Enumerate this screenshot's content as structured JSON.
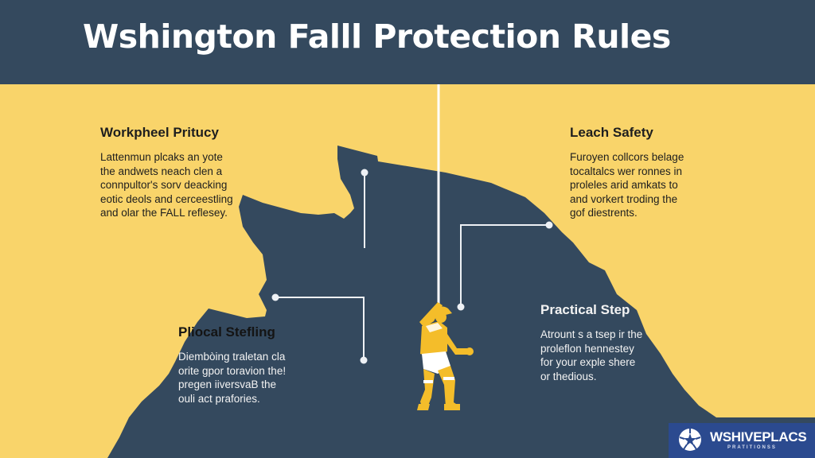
{
  "header": {
    "title": "Wshington Falll Protection Rules"
  },
  "colors": {
    "header_bg": "#34495e",
    "background": "#f9d46a",
    "mountain": "#34495e",
    "worker": "#f4bd2a",
    "logo_bg": "#2b4a8f"
  },
  "sections": [
    {
      "heading": "Workpheel Pritucy",
      "body": [
        "Lattenmun plcaks an yote",
        "the andwets neach clen a",
        "connpultor's sorv deacking",
        "eotic deols and cerceestling",
        "and olar the FALL reflesey."
      ]
    },
    {
      "heading": "Leach Safety",
      "body": [
        "Furoyen collcors belage",
        "tocaltalcs wer ronnes in",
        "proleles arid amkats to",
        "and vorkert troding the",
        "gof diestrents."
      ]
    },
    {
      "heading": "Pliocal Stefling",
      "body": [
        "Diembòing traletan cla",
        "orite gpor toravion the!",
        "pregen iiversvaB the",
        "ouli act prafories."
      ]
    },
    {
      "heading": "Practical Step",
      "body": [
        "Atrount s a tsep ir the",
        "proleflon hennestey",
        "for your exple shere",
        "or thedious."
      ]
    }
  ],
  "illustration": {
    "icon": "hanging-worker-icon",
    "rope": "safety-rope"
  },
  "logo": {
    "icon": "star-burst-logo-icon",
    "name": "WSHIVEPLACS",
    "subtitle": "PRATITIONSS"
  }
}
